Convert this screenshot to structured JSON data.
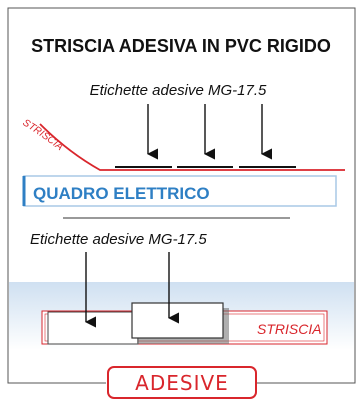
{
  "title": "STRISCIA ADESIVA IN PVC RIGIDO",
  "top_label": "Etichette adesive MG-17.5",
  "curve_label": "STRISCIA",
  "panel_label": "QUADRO ELETTRICO",
  "bottom_label": "Etichette adesive MG-17.5",
  "strip_label": "STRISCIA",
  "badge_label": "ADESIVE",
  "colors": {
    "red": "#d9262c",
    "blue": "#2e7fc4",
    "panel_border": "#a9c8e6",
    "band_top": "#cfe0f1",
    "band_bottom": "#ffffff",
    "frame": "#555555"
  }
}
